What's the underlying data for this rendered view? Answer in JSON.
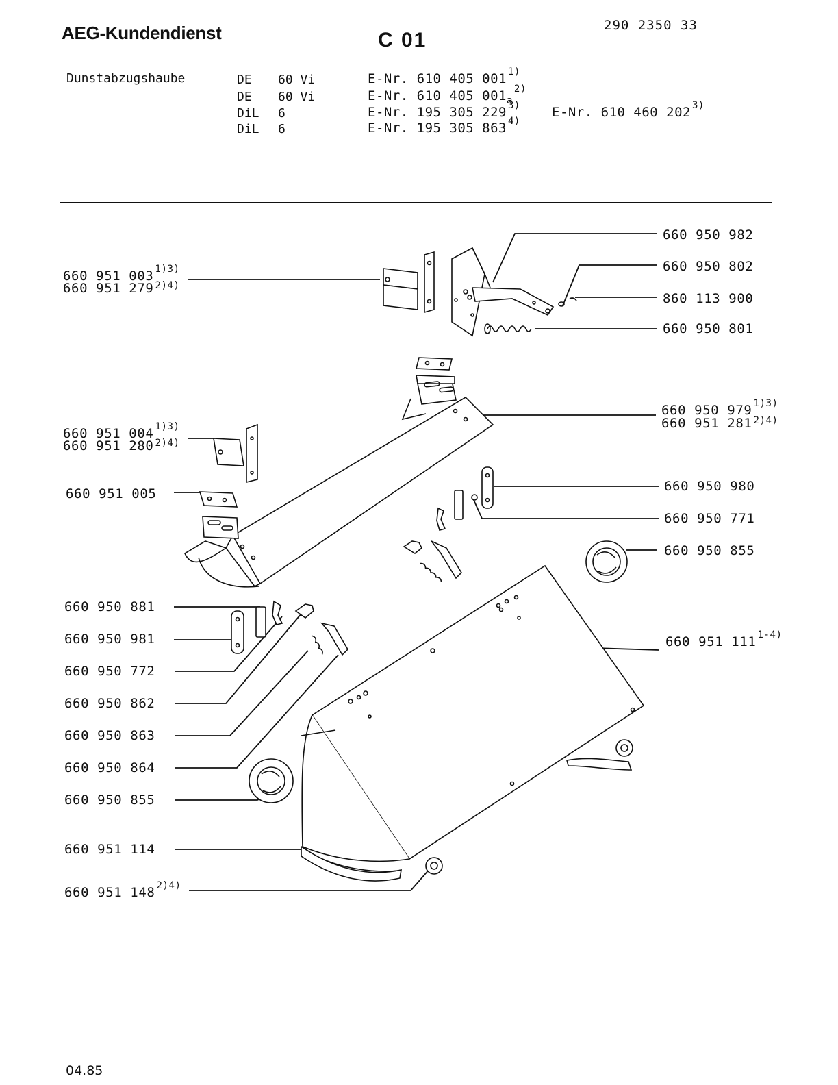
{
  "header": {
    "brand": "AEG-Kundendienst",
    "sheet": "C 01",
    "doc_number": "290 2350 33"
  },
  "product": {
    "name": "Dunstabzugshaube",
    "models": [
      {
        "type": "DE",
        "size": "60 Vi",
        "enr": "E-Nr. 610 405 001",
        "note": "1)"
      },
      {
        "type": "DE",
        "size": "60 Vi",
        "enr": "E-Nr. 610 405 001",
        "suffix": "a",
        "note": "2)"
      },
      {
        "type": "DiL",
        "size": "6",
        "enr": "E-Nr. 195 305 229",
        "note": "3)"
      },
      {
        "type": "DiL",
        "size": "6",
        "enr": "E-Nr. 195 305 863",
        "note": "4)"
      }
    ],
    "extra_enr": {
      "enr": "E-Nr. 610 460 202",
      "note": "3)"
    }
  },
  "parts_left": [
    {
      "line1": "660 951 003",
      "note1": "1)3)",
      "line2": "660 951 279",
      "note2": "2)4)"
    },
    {
      "line1": "660 951 004",
      "note1": "1)3)",
      "line2": "660 951 280",
      "note2": "2)4)"
    },
    {
      "number": "660 951 005"
    },
    {
      "number": "660 950 881"
    },
    {
      "number": "660 950 981"
    },
    {
      "number": "660 950 772"
    },
    {
      "number": "660 950 862"
    },
    {
      "number": "660 950 863"
    },
    {
      "number": "660 950 864"
    },
    {
      "number": "660 950 855"
    },
    {
      "number": "660 951 114"
    },
    {
      "number": "660 951 148",
      "note": "2)4)"
    }
  ],
  "parts_right": [
    {
      "number": "660 950 982"
    },
    {
      "number": "660 950 802"
    },
    {
      "number": "860 113 900"
    },
    {
      "number": "660 950 801"
    },
    {
      "line1": "660 950 979",
      "note1": "1)3)",
      "line2": "660 951 281",
      "note2": "2)4)"
    },
    {
      "number": "660 950 980"
    },
    {
      "number": "660 950 771"
    },
    {
      "number": "660 950 855"
    },
    {
      "number": "660 951 111",
      "note": "1-4)"
    }
  ],
  "footer": {
    "date": "04.85"
  }
}
